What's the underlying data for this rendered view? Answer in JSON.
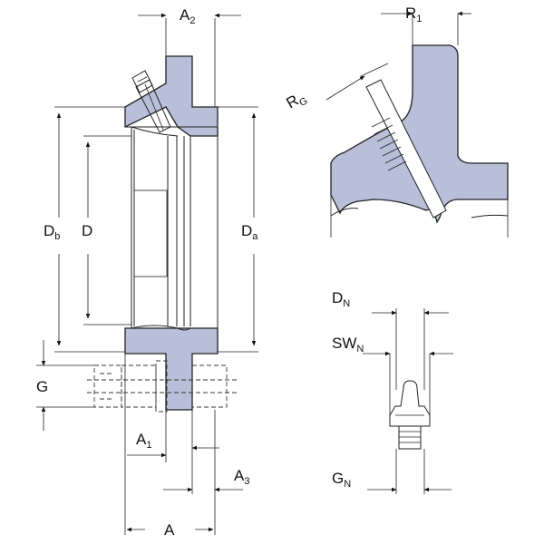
{
  "labels": {
    "a2": {
      "main": "A",
      "sub": "2"
    },
    "r1": {
      "main": "R",
      "sub": "1"
    },
    "rg": {
      "main": "R",
      "sub": "G"
    },
    "db": {
      "main": "D",
      "sub": "b"
    },
    "d": {
      "main": "D"
    },
    "da": {
      "main": "D",
      "sub": "a"
    },
    "dn": {
      "main": "D",
      "sub": "N"
    },
    "swn": {
      "main": "SW",
      "sub": "N"
    },
    "g": {
      "main": "G"
    },
    "a1": {
      "main": "A",
      "sub": "1"
    },
    "a3": {
      "main": "A",
      "sub": "3"
    },
    "gn": {
      "main": "G",
      "sub": "N"
    },
    "a": {
      "main": "A"
    }
  },
  "colors": {
    "part_fill": "#b7bfd9",
    "line": "#222222"
  }
}
